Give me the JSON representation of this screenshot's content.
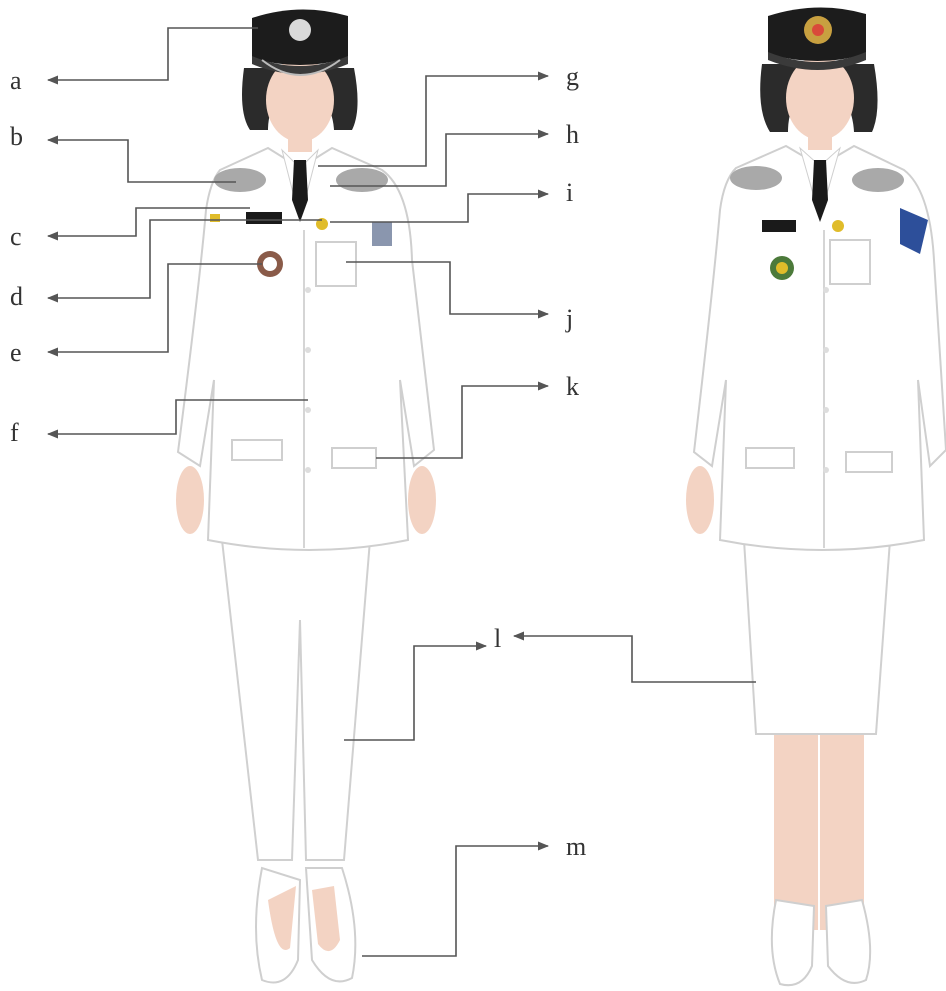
{
  "labels": {
    "a": "a",
    "b": "b",
    "c": "c",
    "d": "d",
    "e": "e",
    "f": "f",
    "g": "g",
    "h": "h",
    "i": "i",
    "j": "j",
    "k": "k",
    "l": "l",
    "m": "m"
  },
  "colors": {
    "cap": "#1c1c1c",
    "cap_badge_left": "#d9d9d9",
    "cap_badge_right": "#c8a040",
    "hair": "#2b2b2b",
    "skin": "#f3d3c3",
    "uniform": "#ffffff",
    "uniform_outline": "#cfcfcf",
    "tie": "#1a1a1a",
    "name_tag": "#1a1a1a",
    "gold": "#e0bc2a",
    "epaulette": "#a9a9a9",
    "arm_patch": "#2d4f9a",
    "leader_line": "#555555"
  },
  "figures": [
    "female-uniform-with-trousers",
    "female-uniform-with-skirt"
  ]
}
